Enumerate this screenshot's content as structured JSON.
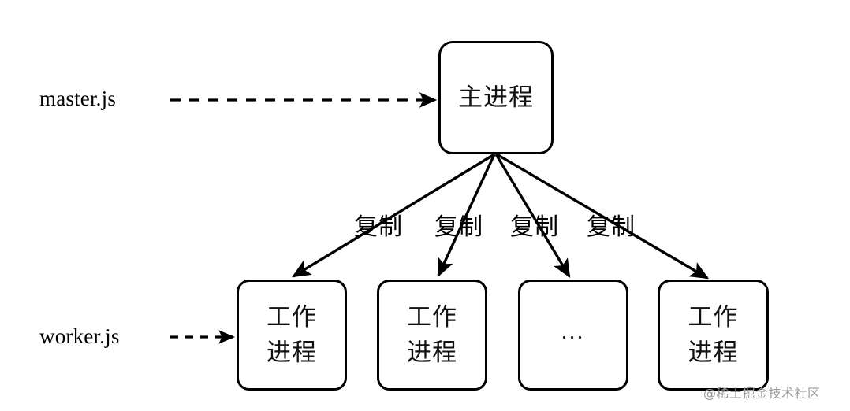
{
  "diagram": {
    "title": "Node.js cluster master/worker process diagram",
    "stroke_color": "#000000",
    "background_color": "#ffffff",
    "watermark_color": "#9a9a9a",
    "side_labels": [
      {
        "id": "master",
        "text": "master.js"
      },
      {
        "id": "worker",
        "text": "worker.js"
      }
    ],
    "nodes": [
      {
        "id": "main-process",
        "lines": [
          "主进程"
        ],
        "role": "master"
      },
      {
        "id": "worker-1",
        "lines": [
          "工作",
          "进程"
        ],
        "role": "worker"
      },
      {
        "id": "worker-2",
        "lines": [
          "工作",
          "进程"
        ],
        "role": "worker"
      },
      {
        "id": "worker-3",
        "lines": [
          "..."
        ],
        "role": "worker-placeholder"
      },
      {
        "id": "worker-4",
        "lines": [
          "工作",
          "进程"
        ],
        "role": "worker"
      }
    ],
    "edge_labels": [
      {
        "id": "copy-1",
        "text": "复制"
      },
      {
        "id": "copy-2",
        "text": "复制"
      },
      {
        "id": "copy-3",
        "text": "复制"
      },
      {
        "id": "copy-4",
        "text": "复制"
      }
    ],
    "watermark": {
      "text": "@稀土掘金技术社区"
    }
  }
}
